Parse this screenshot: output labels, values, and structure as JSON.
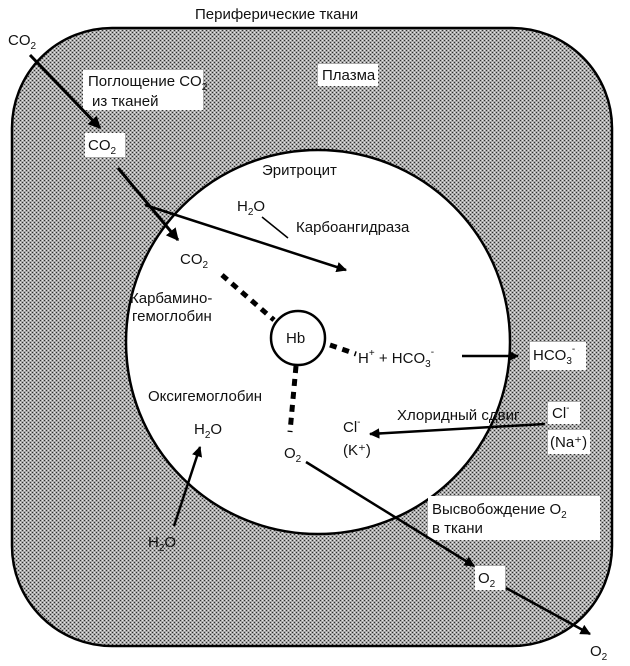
{
  "title": "Периферические ткани",
  "plasma": "Плазма",
  "erythrocyte": "Эритроцит",
  "uptake_line1": "Поглощение CO",
  "uptake_sub": "2",
  "uptake_line2": "из тканей",
  "co2": "CO",
  "sub2": "2",
  "h2o_h": "H",
  "h2o_o": "O",
  "carbonic_anhydrase": "Карбоангидраза",
  "carbamino_line1": "Карбамино-",
  "carbamino_line2": "гемоглобин",
  "hb": "Hb",
  "h_plus": "H",
  "plus_sign": "+",
  "plus_join": " + HCO",
  "sub3": "3",
  "minus_sign": "-",
  "hco3": "HCO",
  "oxyhemoglobin": "Оксигемоглобин",
  "chloride_shift": "Хлоридный сдвиг",
  "cl": "Cl",
  "k_plus": "(K⁺)",
  "na_plus": "(Na⁺)",
  "o2": "O",
  "release_line1": "Высвобождение O",
  "release_line2": "в ткани"
}
